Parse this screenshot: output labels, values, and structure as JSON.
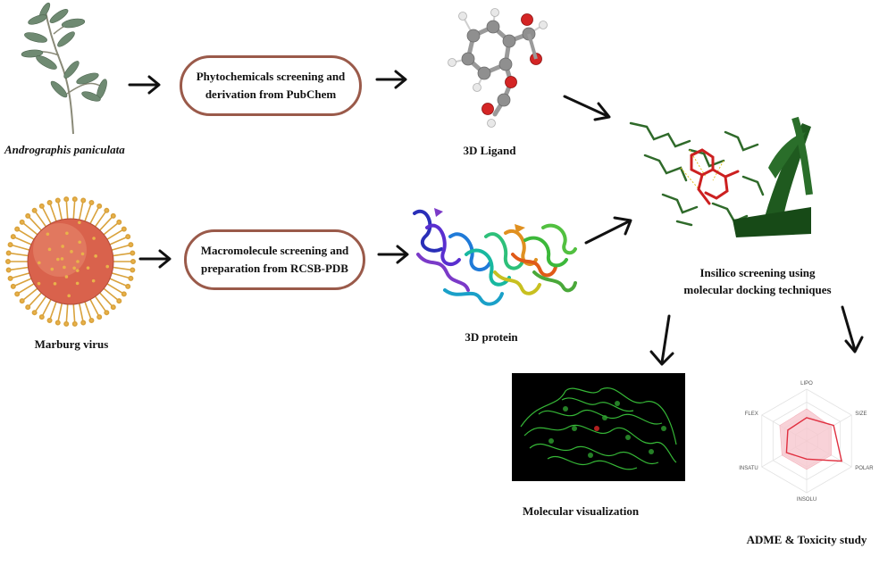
{
  "sources": {
    "plant_label": "Andrographis paniculata",
    "virus_label": "Marburg virus"
  },
  "steps": {
    "phyto_line1": "Phytochemicals screening and",
    "phyto_line2": "derivation from PubChem",
    "macro_line1": "Macromolecule screening and",
    "macro_line2": "preparation from RCSB-PDB"
  },
  "outputs": {
    "ligand_label": "3D Ligand",
    "protein_label": "3D protein",
    "docking_line1": "Insilico screening using",
    "docking_line2": "molecular docking techniques",
    "visualization_label": "Molecular visualization",
    "adme_label": "ADME & Toxicity study"
  },
  "radar": {
    "axes": [
      "LIPO",
      "SIZE",
      "POLAR",
      "INSOLU",
      "INSATU",
      "FLEX"
    ]
  },
  "colors": {
    "pill_border": "#9a5a4a",
    "arrow": "#111111",
    "leaf": "#6f8a72",
    "virus": "#d9624c",
    "spike": "#d9a23c",
    "ligand_red": "#cc2020",
    "docking_green": "#1f5a1f",
    "viz_bg": "#000000",
    "viz_green": "#39c23a",
    "radar_fill": "#f7c8cf",
    "radar_line": "#e03040"
  }
}
